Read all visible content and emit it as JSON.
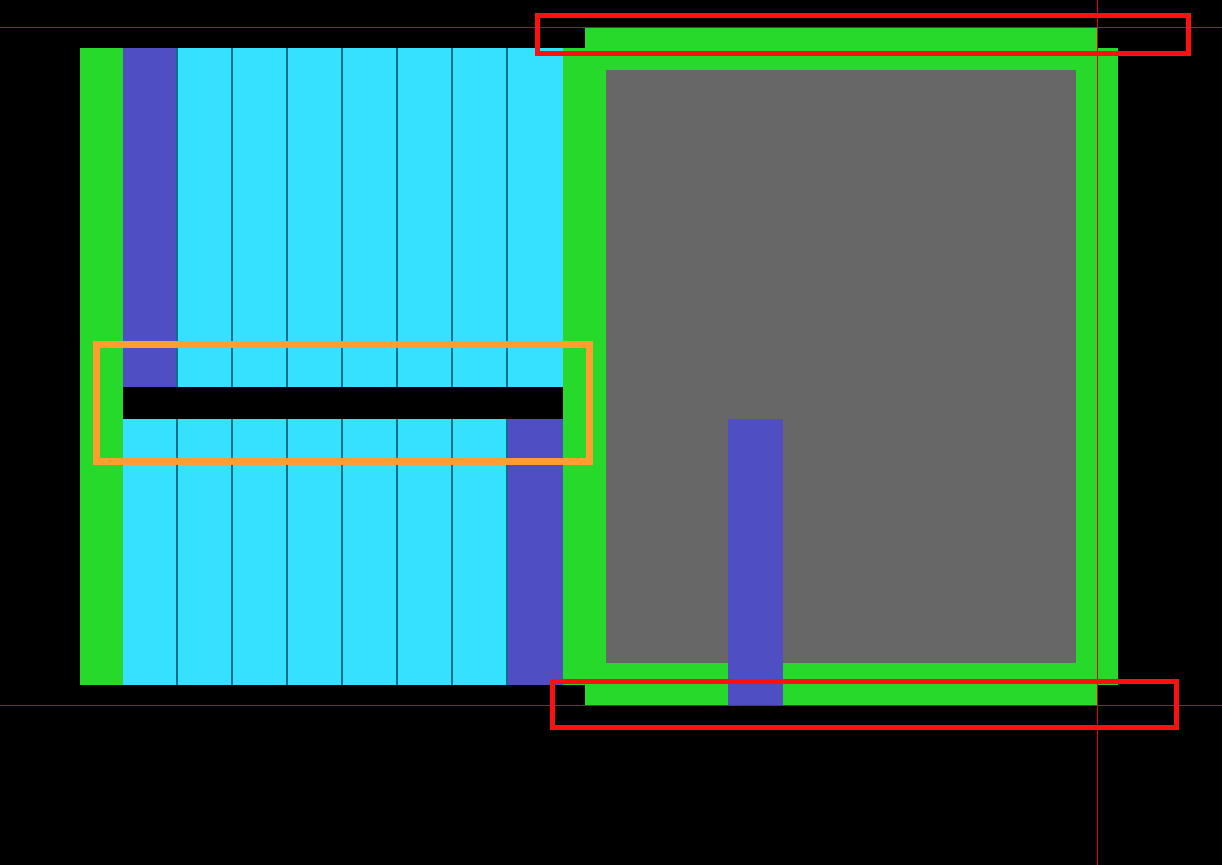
{
  "colors": {
    "background": "#000000",
    "guide": "#e00000",
    "frame": "#27d92b",
    "cell": "#36e0ff",
    "cell_divider": "#0b6f8a",
    "highlight": "#4f4fc3",
    "inner": "#676767",
    "marker_red": "#ff1010",
    "marker_orange": "#ff9d2e"
  },
  "layout": {
    "upper_row": {
      "cells": 8,
      "highlighted_index": 0
    },
    "lower_row": {
      "cells": 8,
      "highlighted_index": 7
    }
  }
}
